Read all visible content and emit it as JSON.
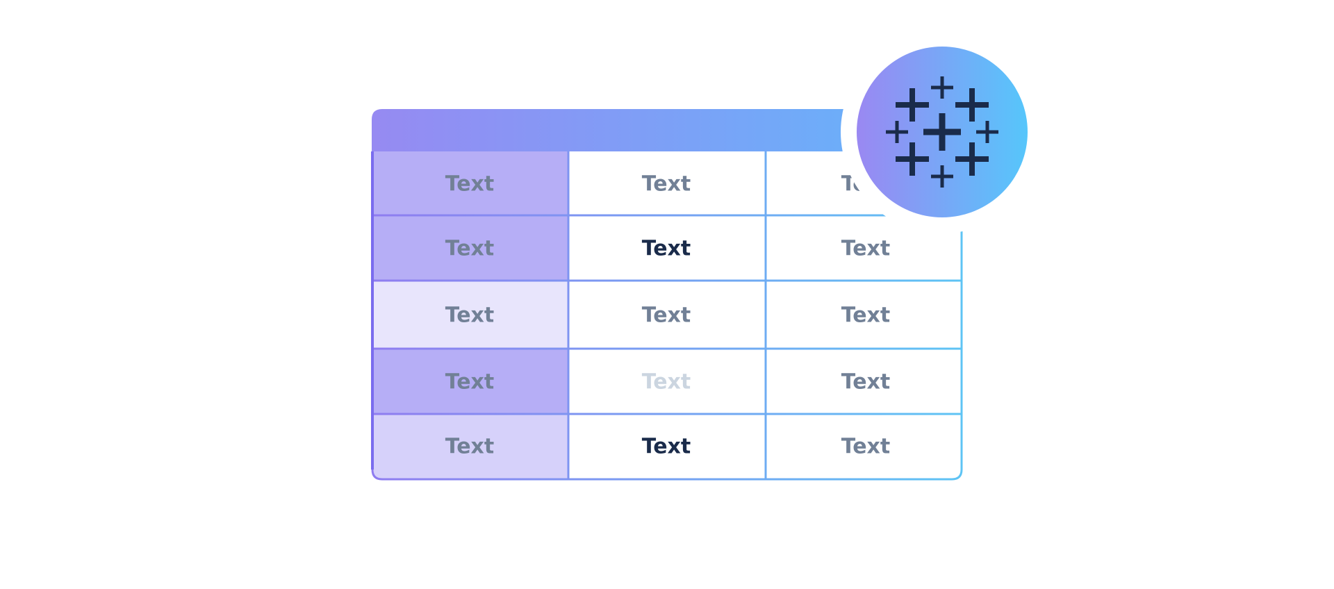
{
  "table": {
    "header_gradient": [
      "#968af2",
      "#63b6fb"
    ],
    "border_gradient": [
      "#8f7cf0",
      "#5ec4f4"
    ],
    "rows": [
      {
        "first_fill": "#b6aef6",
        "cells": [
          {
            "text": "Text",
            "color": "#718096"
          },
          {
            "text": "Text",
            "color": "#718096"
          },
          {
            "text": "Text",
            "color": "#718096"
          }
        ]
      },
      {
        "first_fill": "#b6aef6",
        "cells": [
          {
            "text": "Text",
            "color": "#718096"
          },
          {
            "text": "Text",
            "color": "#1a2b4a"
          },
          {
            "text": "Text",
            "color": "#718096"
          }
        ]
      },
      {
        "first_fill": "#e8e5fc",
        "cells": [
          {
            "text": "Text",
            "color": "#718096"
          },
          {
            "text": "Text",
            "color": "#718096"
          },
          {
            "text": "Text",
            "color": "#718096"
          }
        ]
      },
      {
        "first_fill": "#b6aef6",
        "cells": [
          {
            "text": "Text",
            "color": "#718096"
          },
          {
            "text": "Text",
            "color": "#cbd5e0"
          },
          {
            "text": "Text",
            "color": "#718096"
          }
        ]
      },
      {
        "first_fill": "#d6d1fa",
        "cells": [
          {
            "text": "Text",
            "color": "#718096"
          },
          {
            "text": "Text",
            "color": "#1a2b4a"
          },
          {
            "text": "Text",
            "color": "#718096"
          }
        ]
      }
    ]
  },
  "logo": {
    "icon": "tableau-plus-cluster-icon",
    "gradient": [
      "#9a88f2",
      "#56c6fb"
    ],
    "glyph_color": "#1a2b4a"
  }
}
